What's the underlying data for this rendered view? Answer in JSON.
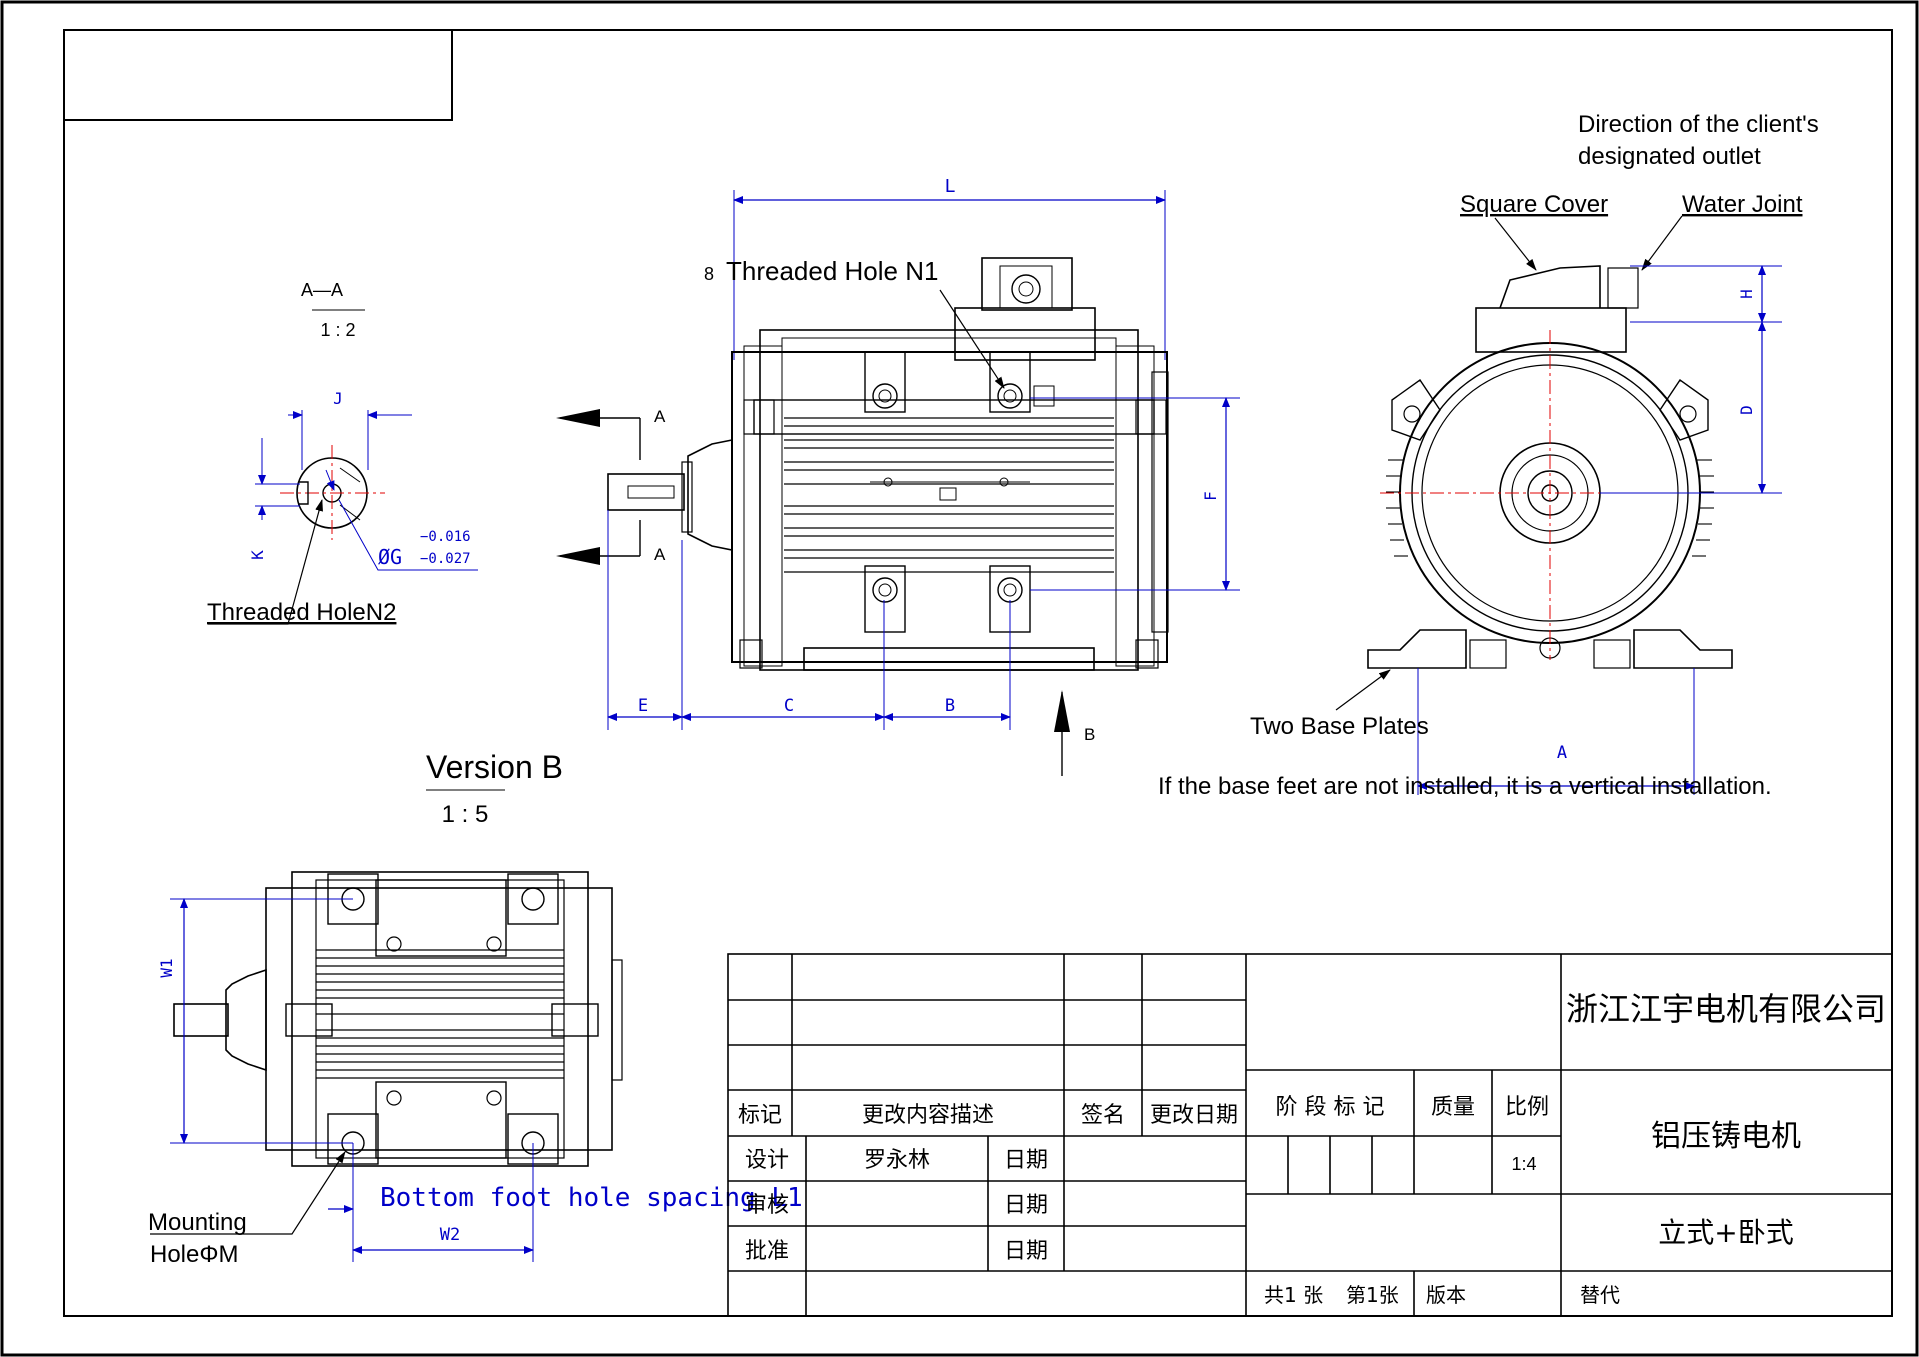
{
  "views": {
    "section": {
      "title": "A—A",
      "scale": "1 : 2",
      "dim_j": "J",
      "dim_k": "K",
      "dim_g": "ØG",
      "tol_upper": "−0.016",
      "tol_lower": "−0.027",
      "threaded_hole": "Threaded HoleN2"
    },
    "front": {
      "dim_l": "L",
      "threaded_prefix": "8",
      "threaded_hole": "Threaded Hole N1",
      "section_mark_top": "A",
      "section_mark_bottom": "A",
      "dim_f": "F",
      "dim_e": "E",
      "dim_c": "C",
      "dim_b": "B",
      "view_arrow": "B"
    },
    "side": {
      "outlet_line1": "Direction of the client's",
      "outlet_line2": "designated outlet",
      "square_cover": "Square Cover",
      "water_joint": "Water Joint",
      "dim_h": "H",
      "dim_d": "D",
      "base_plates": "Two Base Plates",
      "dim_a": "A",
      "vertical_note": "If the base feet are not installed, it is a vertical installation."
    },
    "version": {
      "title": "Version B",
      "scale": "1 : 5"
    },
    "bottom": {
      "dim_w1": "W1",
      "dim_w2": "W2",
      "spacing": "Bottom foot hole spacing L1",
      "mounting_line1": "Mounting",
      "mounting_line2": "HoleΦM"
    }
  },
  "title_block": {
    "company": "浙江江宇电机有限公司",
    "product": "铝压铸电机",
    "mounting_type": "立式+卧式",
    "rev_mark": "标记",
    "rev_desc": "更改内容描述",
    "rev_sign": "签名",
    "rev_date": "更改日期",
    "stage_mark": "阶 段 标 记",
    "mass": "质量",
    "ratio": "比例",
    "ratio_value": "1:4",
    "design": "设计",
    "designer": "罗永林",
    "review": "审核",
    "approve": "批准",
    "date_label": "日期",
    "total_sheets": "共1 张",
    "sheet_no": "第1张",
    "version": "版本",
    "replaces": "替代"
  },
  "colors": {
    "line": "#000000",
    "dimension": "#0000c8",
    "centerline": "#e00000"
  }
}
